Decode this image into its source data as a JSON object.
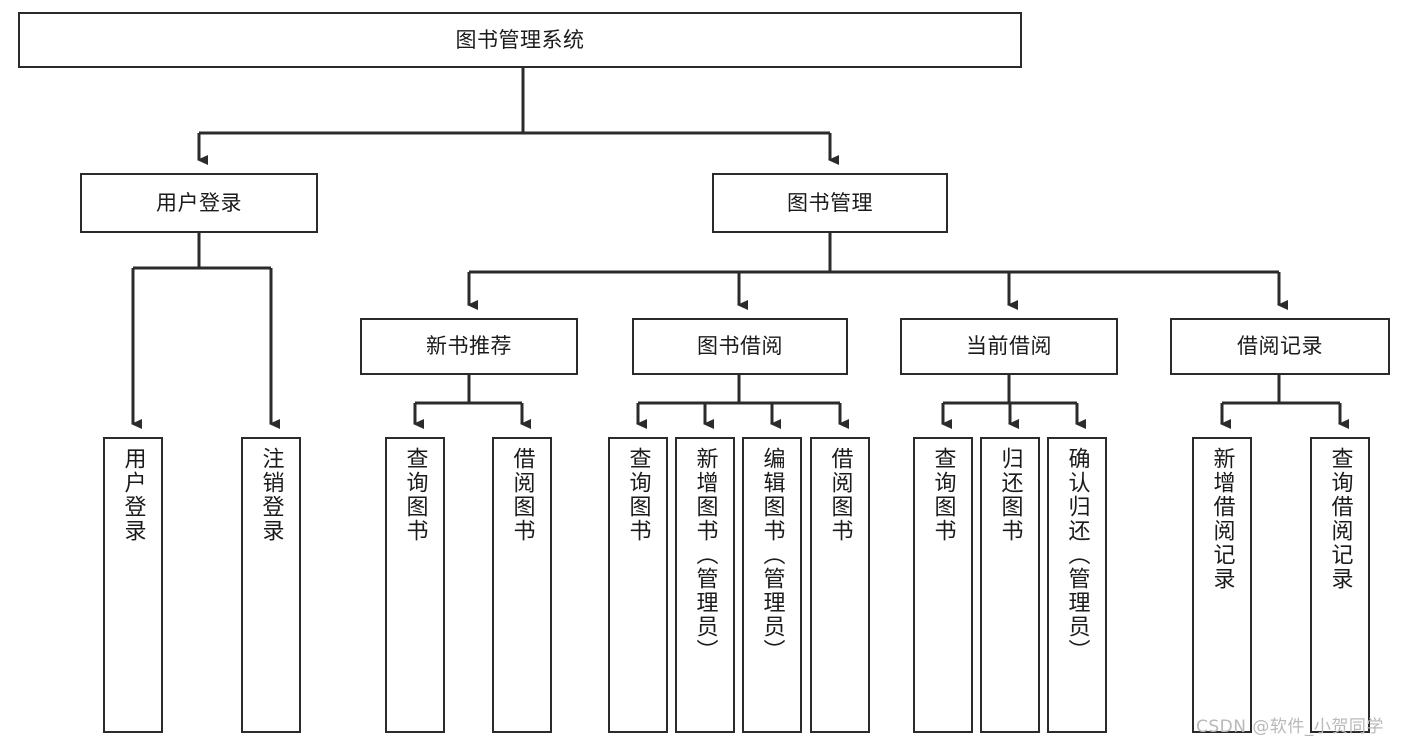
{
  "diagram": {
    "title": "图书管理系统",
    "type": "tree-hierarchy",
    "root": {
      "id": "root",
      "label": "图书管理系统"
    },
    "level1": [
      {
        "id": "user-login",
        "label": "用户登录"
      },
      {
        "id": "book-manage",
        "label": "图书管理"
      }
    ],
    "level2": [
      {
        "id": "new-book-rec",
        "label": "新书推荐",
        "parent": "book-manage"
      },
      {
        "id": "book-borrow",
        "label": "图书借阅",
        "parent": "book-manage"
      },
      {
        "id": "current-borrow",
        "label": "当前借阅",
        "parent": "book-manage"
      },
      {
        "id": "borrow-record",
        "label": "借阅记录",
        "parent": "book-manage"
      }
    ],
    "leaves": [
      {
        "id": "leaf-user-login",
        "label": "用户登录",
        "parent": "user-login"
      },
      {
        "id": "leaf-logout",
        "label": "注销登录",
        "parent": "user-login"
      },
      {
        "id": "leaf-query-book-1",
        "label": "查询图书",
        "parent": "new-book-rec"
      },
      {
        "id": "leaf-borrow-book-1",
        "label": "借阅图书",
        "parent": "new-book-rec"
      },
      {
        "id": "leaf-query-book-2",
        "label": "查询图书",
        "parent": "book-borrow"
      },
      {
        "id": "leaf-add-book",
        "label": "新增图书（管理员）",
        "parent": "book-borrow"
      },
      {
        "id": "leaf-edit-book",
        "label": "编辑图书（管理员）",
        "parent": "book-borrow"
      },
      {
        "id": "leaf-borrow-book-2",
        "label": "借阅图书",
        "parent": "book-borrow"
      },
      {
        "id": "leaf-query-book-3",
        "label": "查询图书",
        "parent": "current-borrow"
      },
      {
        "id": "leaf-return-book",
        "label": "归还图书",
        "parent": "current-borrow"
      },
      {
        "id": "leaf-confirm-return",
        "label": "确认归还（管理员）",
        "parent": "current-borrow"
      },
      {
        "id": "leaf-add-record",
        "label": "新增借阅记录",
        "parent": "borrow-record"
      },
      {
        "id": "leaf-query-record",
        "label": "查询借阅记录",
        "parent": "borrow-record"
      }
    ],
    "colors": {
      "stroke": "#2b2b2b",
      "fill": "#ffffff",
      "text": "#1b1b1b",
      "watermark": "#b9b9b9"
    }
  },
  "watermark": {
    "text": "CSDN @软件_小贺同学"
  }
}
